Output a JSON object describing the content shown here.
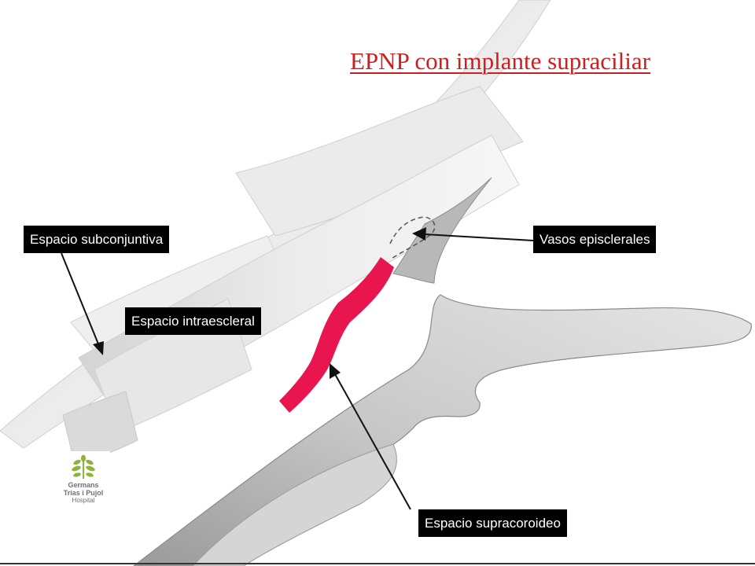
{
  "slide": {
    "title": "EPNP con implante supraciliar",
    "title_color": "#cc1f1f",
    "implant_color": "#e8154f"
  },
  "labels": {
    "subconjuntiva": "Espacio subconjuntiva",
    "intraescleral": "Espacio intraescleral",
    "episclerales": "Vasos episclerales",
    "supracoroideo": "Espacio supracoroideo"
  },
  "logo": {
    "line1": "Germans",
    "line2": "Trias i Pujol",
    "line3": "Hospital",
    "leaf_color": "#8cb33a",
    "text_color": "#6b7175"
  },
  "icons": {
    "logo_mark": "tree-leaves-icon"
  }
}
